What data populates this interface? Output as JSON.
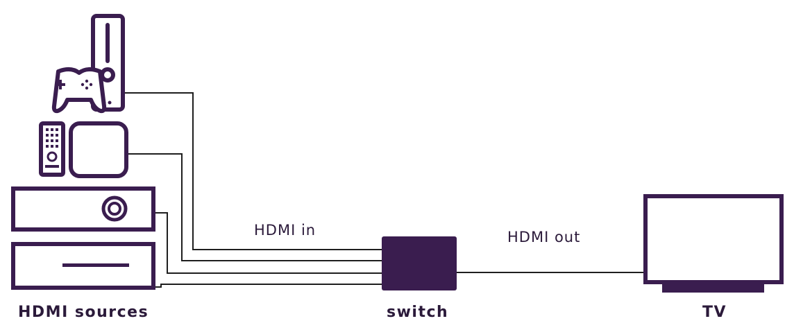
{
  "labels": {
    "hdmi_in": "HDMI in",
    "hdmi_out": "HDMI out",
    "sources": "HDMI sources",
    "switch": "switch",
    "tv": "TV"
  },
  "colors": {
    "primary": "#3a1d4f",
    "wire": "#1e1e1e",
    "text": "#2b1a3a",
    "background": "#ffffff"
  },
  "icons": [
    "game-console-icon",
    "gamepad-icon",
    "remote-control-icon",
    "streaming-box-icon",
    "av-receiver-icon",
    "dvd-player-icon",
    "switch-box-icon",
    "tv-icon"
  ]
}
